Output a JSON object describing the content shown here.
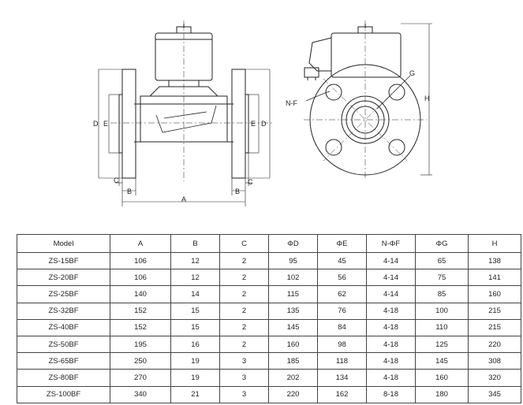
{
  "drawing": {
    "side_view_labels": {
      "dim_d": "D",
      "dim_e": "E",
      "dim_c": "C",
      "dim_b": "B",
      "dim_a": "A"
    },
    "front_view_labels": {
      "dim_g": "G",
      "dim_nf": "N-F",
      "dim_h": "H"
    }
  },
  "table": {
    "headers": [
      "Model",
      "A",
      "B",
      "C",
      "ΦD",
      "ΦE",
      "N-ΦF",
      "ΦG",
      "H"
    ],
    "rows": [
      [
        "ZS-15BF",
        "106",
        "12",
        "2",
        "95",
        "45",
        "4-14",
        "65",
        "138"
      ],
      [
        "ZS-20BF",
        "106",
        "12",
        "2",
        "102",
        "56",
        "4-14",
        "75",
        "141"
      ],
      [
        "ZS-25BF",
        "140",
        "14",
        "2",
        "115",
        "62",
        "4-14",
        "85",
        "160"
      ],
      [
        "ZS-32BF",
        "152",
        "15",
        "2",
        "135",
        "76",
        "4-18",
        "100",
        "215"
      ],
      [
        "ZS-40BF",
        "152",
        "15",
        "2",
        "145",
        "84",
        "4-18",
        "110",
        "215"
      ],
      [
        "ZS-50BF",
        "195",
        "16",
        "2",
        "160",
        "98",
        "4-18",
        "125",
        "220"
      ],
      [
        "ZS-65BF",
        "250",
        "19",
        "3",
        "185",
        "118",
        "4-18",
        "145",
        "308"
      ],
      [
        "ZS-80BF",
        "270",
        "19",
        "3",
        "202",
        "134",
        "4-18",
        "160",
        "320"
      ],
      [
        "ZS-100BF",
        "340",
        "21",
        "3",
        "220",
        "162",
        "8-18",
        "180",
        "345"
      ]
    ]
  }
}
